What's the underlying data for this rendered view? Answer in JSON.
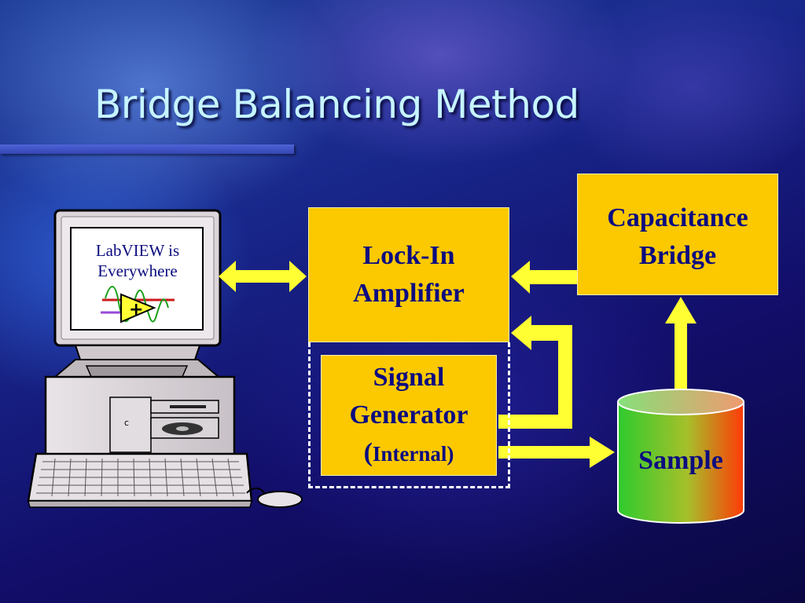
{
  "slide": {
    "title": "Bridge Balancing Method"
  },
  "computer": {
    "screen_line1": "LabVIEW is",
    "screen_line2": "Everywhere",
    "drive_label": "c"
  },
  "blocks": {
    "lock_in_line1": "Lock-In",
    "lock_in_line2": "Amplifier",
    "capacitance_line1": "Capacitance",
    "capacitance_line2": "Bridge",
    "signal_line1": "Signal",
    "signal_line2": "Generator",
    "signal_open_paren": "(",
    "signal_line3": "Internal)",
    "sample": "Sample"
  },
  "colors": {
    "box_fill": "#fcc900",
    "box_text": "#0c0c80",
    "arrow": "#ffff33",
    "title": "#c6f4ff",
    "sample_gradient": [
      "#33cc33",
      "#ff3300"
    ]
  }
}
